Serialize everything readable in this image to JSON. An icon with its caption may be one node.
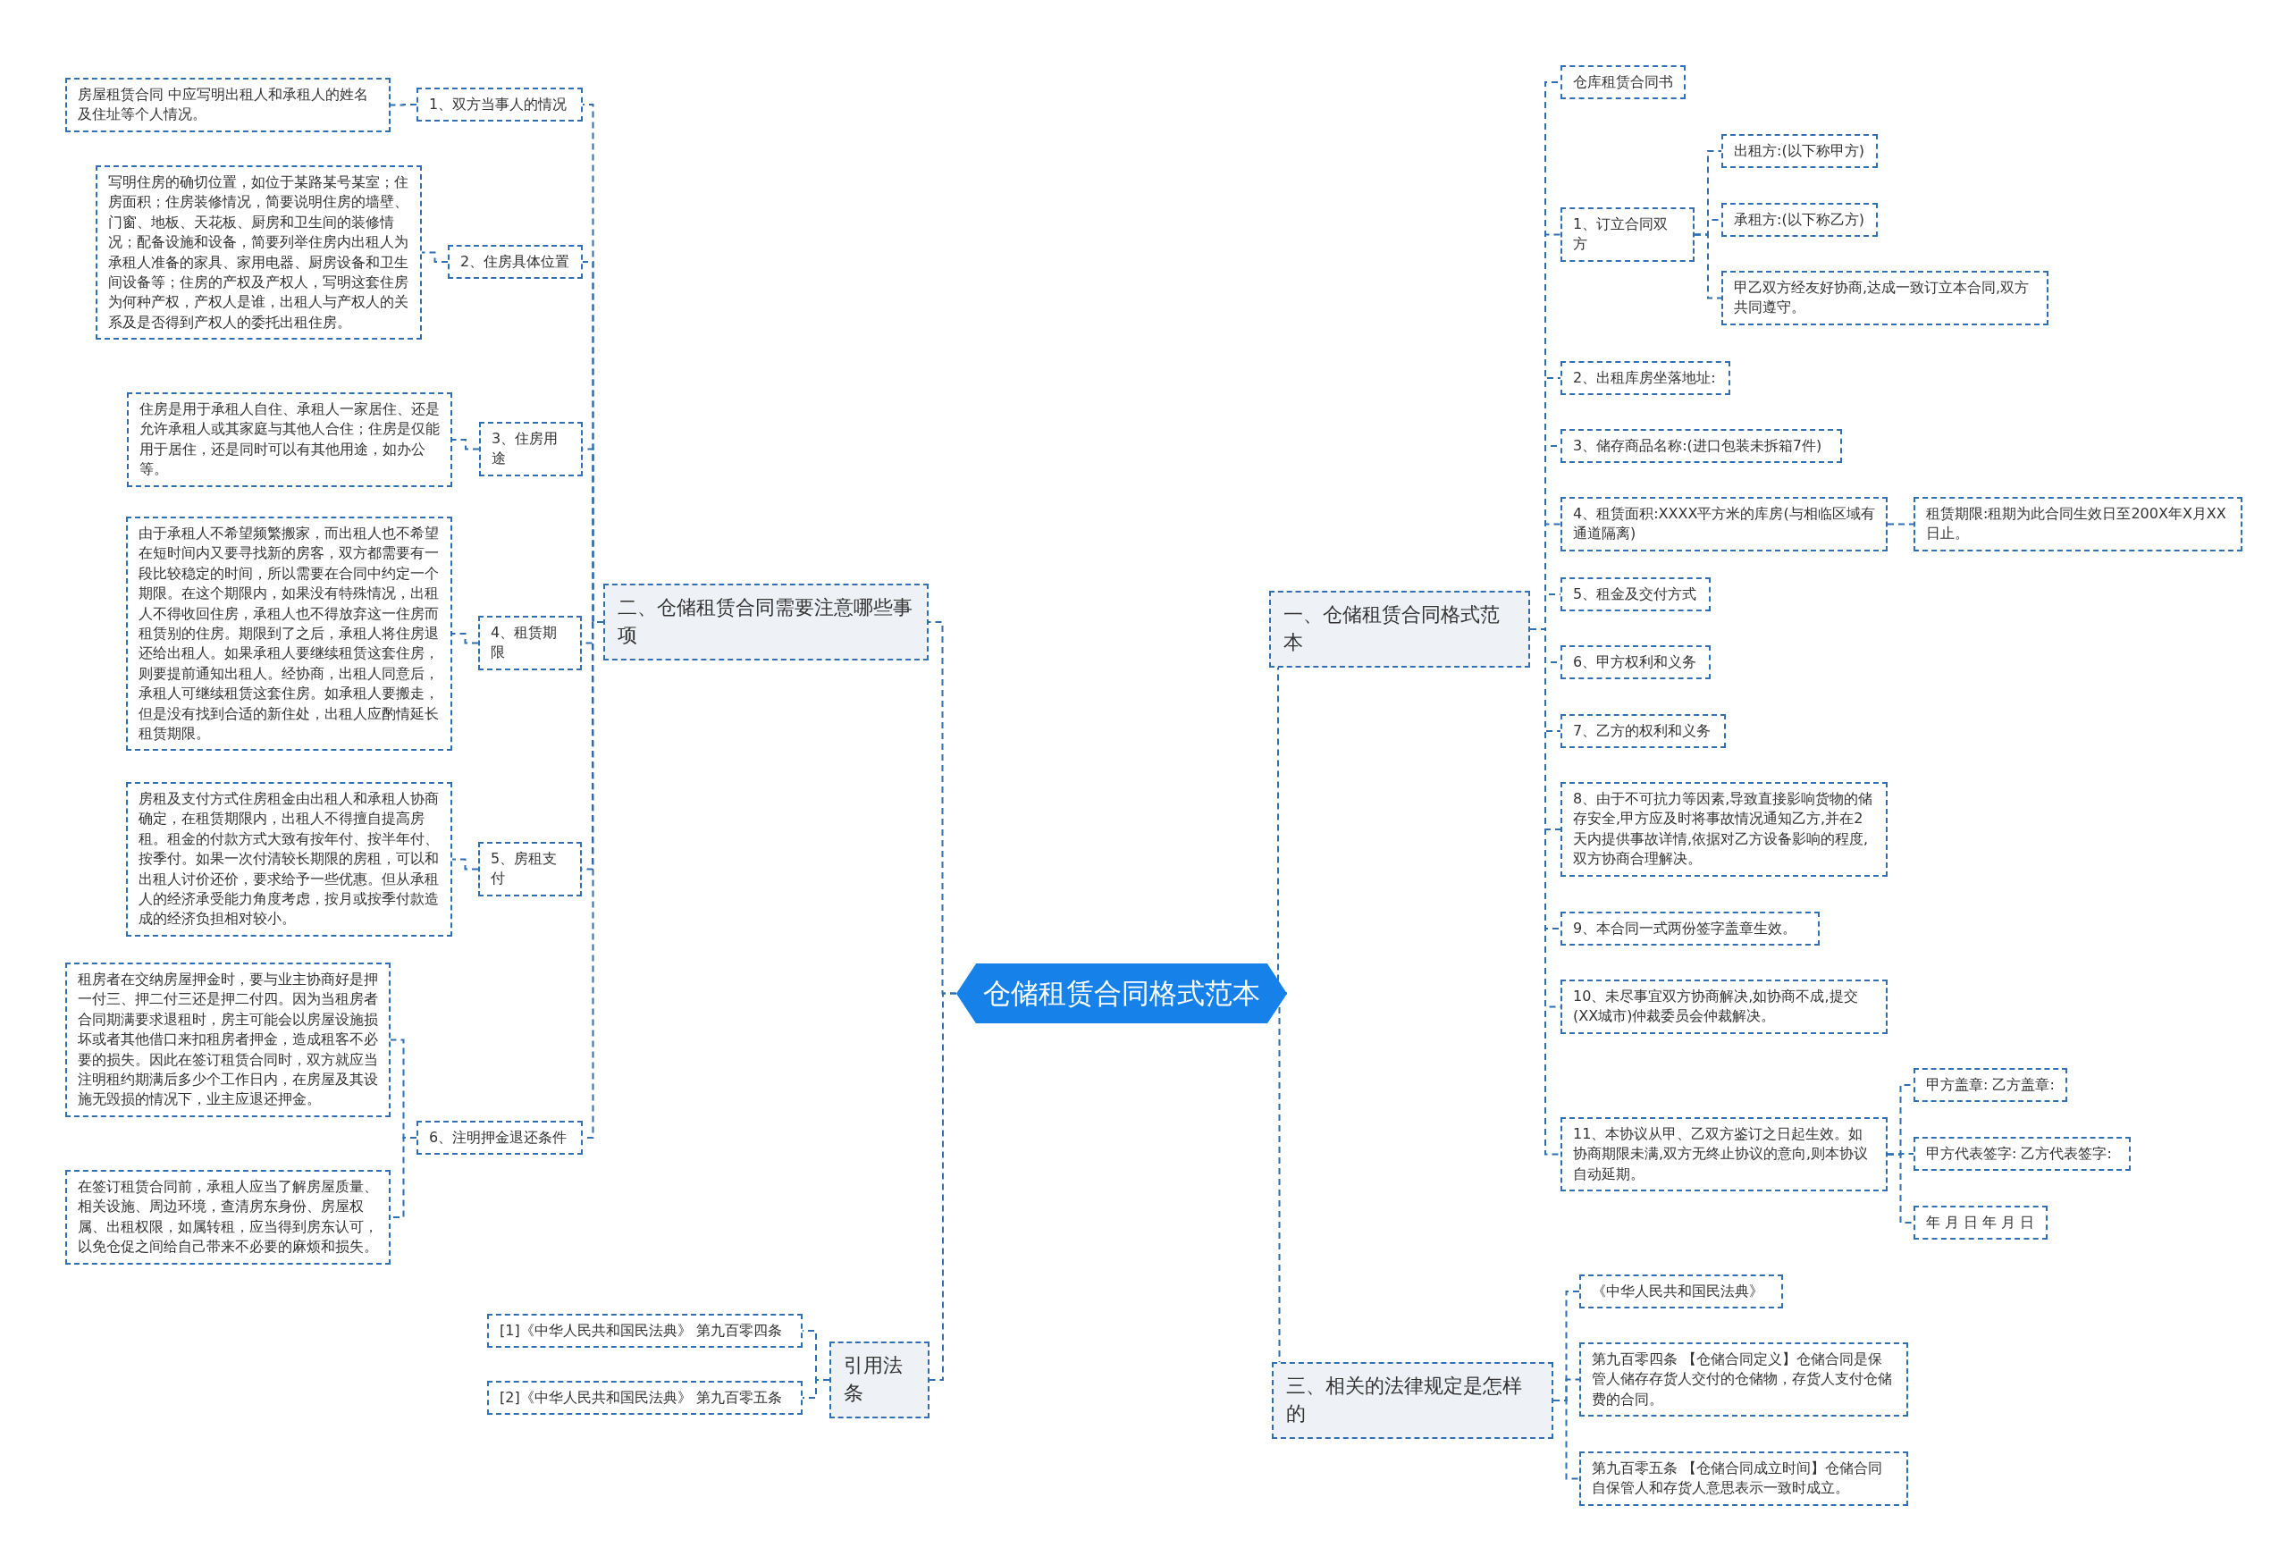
{
  "diagram": {
    "nodes": [
      {
        "text": [
          "仓储租赁合同格式范本"
        ]
      },
      {
        "text": [
          "一、仓储租赁合同格式范本"
        ]
      },
      {
        "text": [
          "仓库租赁合同书"
        ]
      },
      {
        "text": [
          "1、订立合同双方"
        ]
      },
      {
        "text": [
          "出租方:(以下称甲方)"
        ]
      },
      {
        "text": [
          "承租方:(以下称乙方)"
        ]
      },
      {
        "text": [
          "甲乙双方经友好协商,达成一致订立本合同,双方共同遵守。"
        ]
      },
      {
        "text": [
          "2、出租库房坐落地址:"
        ]
      },
      {
        "text": [
          "3、储存商品名称:(进口包装未拆箱7件)"
        ]
      },
      {
        "text": [
          "4、租赁面积:XXXX平方米的库房(与相临区域有通道隔离)"
        ]
      },
      {
        "text": [
          "租赁期限:租期为此合同生效日至200X年X月XX日止。"
        ]
      },
      {
        "text": [
          "5、租金及交付方式"
        ]
      },
      {
        "text": [
          "6、甲方权利和义务"
        ]
      },
      {
        "text": [
          "7、乙方的权利和义务"
        ]
      },
      {
        "text": [
          "8、由于不可抗力等因素,导致直接影响货物的储存安全,甲方应及时将事故情况通知乙方,并在2天内提供事故详情,依据对乙方设备影响的程度,双方协商合理解决。"
        ]
      },
      {
        "text": [
          "9、本合同一式两份签字盖章生效。"
        ]
      },
      {
        "text": [
          "10、未尽事宜双方协商解决,如协商不成,提交(XX城市)仲裁委员会仲裁解决。"
        ]
      },
      {
        "text": [
          "11、本协议从甲、乙双方鉴订之日起生效。如协商期限未满,双方无终止协议的意向,则本协议自动延期。"
        ]
      },
      {
        "text": [
          "甲方盖章: 乙方盖章:"
        ]
      },
      {
        "text": [
          "甲方代表签字: 乙方代表签字:"
        ]
      },
      {
        "text": [
          "年 月 日 年 月 日"
        ]
      },
      {
        "text": [
          "三、相关的法律规定是怎样的"
        ]
      },
      {
        "text": [
          "《中华人民共和国民法典》"
        ]
      },
      {
        "text": [
          "第九百零四条 【仓储合同定义】仓储合同是保管人储存存货人交付的仓储物，存货人支付仓储费的合同。"
        ]
      },
      {
        "text": [
          "第九百零五条 【仓储合同成立时间】仓储合同自保管人和存货人意思表示一致时成立。"
        ]
      },
      {
        "text": [
          "二、仓储租赁合同需要注意哪些事项"
        ]
      },
      {
        "text": [
          "1、双方当事人的情况"
        ]
      },
      {
        "text": [
          "房屋租赁合同 中应写明出租人和承租人的姓名及住址等个人情况。"
        ]
      },
      {
        "text": [
          "2、住房具体位置"
        ]
      },
      {
        "text": [
          "写明住房的确切位置，如位于某路某号某室；住房面积；住房装修情况，简要说明住房的墙壁、门窗、地板、天花板、厨房和卫生间的装修情况；配备设施和设备，简要列举住房内出租人为承租人准备的家具、家用电器、厨房设备和卫生间设备等；住房的产权及产权人，写明这套住房为何种产权，产权人是谁，出租人与产权人的关系及是否得到产权人的委托出租住房。"
        ]
      },
      {
        "text": [
          "3、住房用途"
        ]
      },
      {
        "text": [
          "住房是用于承租人自住、承租人一家居住、还是允许承租人或其家庭与其他人合住；住房是仅能用于居住，还是同时可以有其他用途，如办公等。"
        ]
      },
      {
        "text": [
          "4、租赁期限"
        ]
      },
      {
        "text": [
          "由于承租人不希望频繁搬家，而出租人也不希望在短时间内又要寻找新的房客，双方都需要有一段比较稳定的时间，所以需要在合同中约定一个期限。在这个期限内，如果没有特殊情况，出租人不得收回住房，承租人也不得放弃这一住房而租赁别的住房。期限到了之后，承租人将住房退还给出租人。如果承租人要继续租赁这套住房，则要提前通知出租人。经协商，出租人同意后，承租人可继续租赁这套住房。如承租人要搬走，但是没有找到合适的新住处，出租人应酌情延长租赁期限。"
        ]
      },
      {
        "text": [
          "5、房租支付"
        ]
      },
      {
        "text": [
          "房租及支付方式住房租金由出租人和承租人协商确定，在租赁期限内，出租人不得擅自提高房租。租金的付款方式大致有按年付、按半年付、按季付。如果一次付清较长期限的房租，可以和出租人讨价还价，要求给予一些优惠。但从承租人的经济承受能力角度考虑，按月或按季付款造成的经济负担相对较小。"
        ]
      },
      {
        "text": [
          "6、注明押金退还条件"
        ]
      },
      {
        "text": [
          "租房者在交纳房屋押金时，要与业主协商好是押一付三、押二付三还是押二付四。因为当租房者合同期满要求退租时，房主可能会以房屋设施损坏或者其他借口来扣租房者押金，造成租客不必要的损失。因此在签订租赁合同时，双方就应当注明租约期满后多少个工作日内，在房屋及其设施无毁损的情况下，业主应退还押金。"
        ]
      },
      {
        "text": [
          "在签订租赁合同前，承租人应当了解房屋质量、相关设施、周边环境，查清房东身份、房屋权属、出租权限，如属转租，应当得到房东认可，以免仓促之间给自己带来不必要的麻烦和损失。"
        ]
      },
      {
        "text": [
          "引用法条"
        ]
      },
      {
        "text": [
          "[1]《中华人民共和国民法典》 第九百零四条"
        ]
      },
      {
        "text": [
          "[2]《中华人民共和国民法典》 第九百零五条"
        ]
      }
    ],
    "edges": [
      {
        "from": 0,
        "to": 1,
        "arrow": "none"
      },
      {
        "from": 0,
        "to": 21,
        "arrow": "none"
      },
      {
        "from": 0,
        "to": 25,
        "arrow": "none"
      },
      {
        "from": 0,
        "to": 39,
        "arrow": "none"
      },
      {
        "from": 1,
        "to": 2,
        "arrow": "none"
      },
      {
        "from": 1,
        "to": 3,
        "arrow": "none"
      },
      {
        "from": 3,
        "to": 4,
        "arrow": "none"
      },
      {
        "from": 3,
        "to": 5,
        "arrow": "none"
      },
      {
        "from": 3,
        "to": 6,
        "arrow": "none"
      },
      {
        "from": 1,
        "to": 7,
        "arrow": "none"
      },
      {
        "from": 1,
        "to": 8,
        "arrow": "none"
      },
      {
        "from": 1,
        "to": 9,
        "arrow": "none"
      },
      {
        "from": 9,
        "to": 10,
        "arrow": "none"
      },
      {
        "from": 1,
        "to": 11,
        "arrow": "none"
      },
      {
        "from": 1,
        "to": 12,
        "arrow": "none"
      },
      {
        "from": 1,
        "to": 13,
        "arrow": "none"
      },
      {
        "from": 1,
        "to": 14,
        "arrow": "none"
      },
      {
        "from": 1,
        "to": 15,
        "arrow": "none"
      },
      {
        "from": 1,
        "to": 16,
        "arrow": "none"
      },
      {
        "from": 1,
        "to": 17,
        "arrow": "none"
      },
      {
        "from": 17,
        "to": 18,
        "arrow": "none"
      },
      {
        "from": 17,
        "to": 19,
        "arrow": "none"
      },
      {
        "from": 17,
        "to": 20,
        "arrow": "none"
      },
      {
        "from": 21,
        "to": 22,
        "arrow": "none"
      },
      {
        "from": 21,
        "to": 23,
        "arrow": "none"
      },
      {
        "from": 21,
        "to": 24,
        "arrow": "none"
      },
      {
        "from": 25,
        "to": 26,
        "arrow": "none"
      },
      {
        "from": 26,
        "to": 27,
        "arrow": "none"
      },
      {
        "from": 25,
        "to": 28,
        "arrow": "none"
      },
      {
        "from": 28,
        "to": 29,
        "arrow": "none"
      },
      {
        "from": 25,
        "to": 30,
        "arrow": "none"
      },
      {
        "from": 30,
        "to": 31,
        "arrow": "none"
      },
      {
        "from": 25,
        "to": 32,
        "arrow": "none"
      },
      {
        "from": 32,
        "to": 33,
        "arrow": "none"
      },
      {
        "from": 25,
        "to": 34,
        "arrow": "none"
      },
      {
        "from": 34,
        "to": 35,
        "arrow": "none"
      },
      {
        "from": 25,
        "to": 36,
        "arrow": "none"
      },
      {
        "from": 36,
        "to": 37,
        "arrow": "none"
      },
      {
        "from": 36,
        "to": 38,
        "arrow": "none"
      },
      {
        "from": 39,
        "to": 40,
        "arrow": "none"
      },
      {
        "from": 39,
        "to": 41,
        "arrow": "none"
      }
    ]
  }
}
